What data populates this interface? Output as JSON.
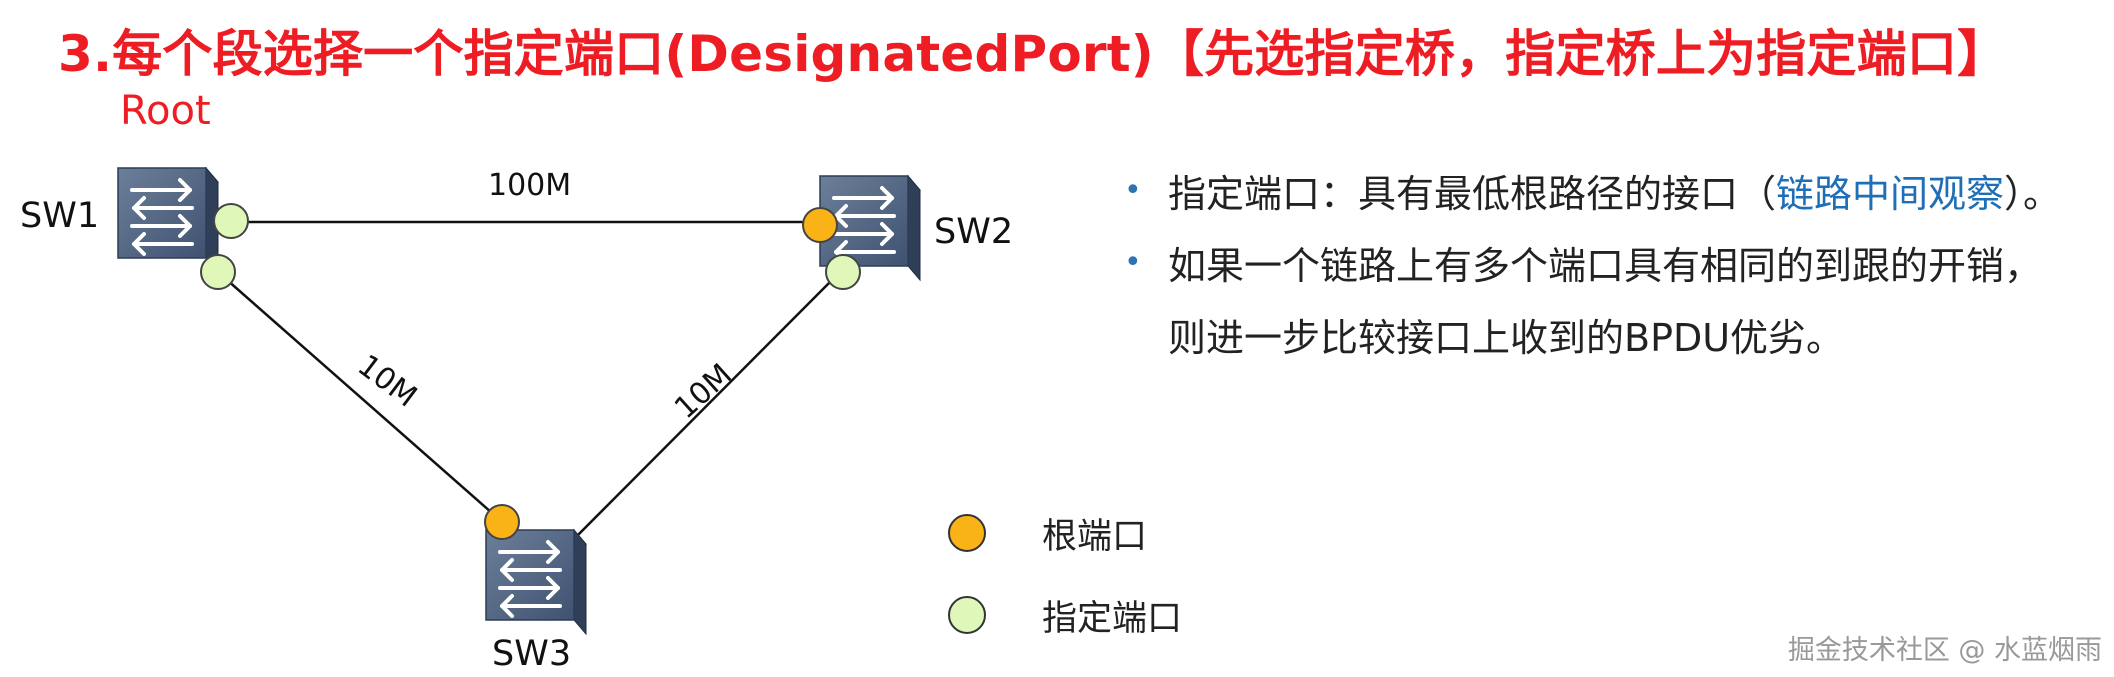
{
  "title": "3.每个段选择一个指定端口(DesignatedPort)【先选指定桥，指定桥上为指定端口】",
  "root_label": "Root",
  "switches": [
    {
      "id": "sw1",
      "label": "SW1"
    },
    {
      "id": "sw2",
      "label": "SW2"
    },
    {
      "id": "sw3",
      "label": "SW3"
    }
  ],
  "links": [
    {
      "from": "SW1",
      "to": "SW2",
      "label": "100M"
    },
    {
      "from": "SW1",
      "to": "SW3",
      "label": "10M"
    },
    {
      "from": "SW2",
      "to": "SW3",
      "label": "10M"
    }
  ],
  "ports": [
    {
      "switch": "SW1",
      "toward": "SW2",
      "role": "designated"
    },
    {
      "switch": "SW1",
      "toward": "SW3",
      "role": "designated"
    },
    {
      "switch": "SW2",
      "toward": "SW1",
      "role": "root"
    },
    {
      "switch": "SW2",
      "toward": "SW3",
      "role": "designated"
    },
    {
      "switch": "SW3",
      "toward": "SW1",
      "role": "root"
    }
  ],
  "colors": {
    "title": "#ee1d24",
    "root_port": "#f9b316",
    "designated_port": "#dff7b8",
    "highlight": "#1f6fb6",
    "bullet": "#2e74b5"
  },
  "bullets": {
    "b1_prefix": "指定端口：具有最低根路径的接口（",
    "b1_highlight": "链路中间观察",
    "b1_suffix": "）。",
    "b2_line1": "如果一个链路上有多个端口具有相同的到跟的开销，",
    "b2_line2": "则进一步比较接口上收到的BPDU优劣。",
    "marker": "•"
  },
  "legend": [
    {
      "label": "根端口",
      "role": "root"
    },
    {
      "label": "指定端口",
      "role": "designated"
    }
  ],
  "watermark": "掘金技术社区 @ 水蓝烟雨"
}
